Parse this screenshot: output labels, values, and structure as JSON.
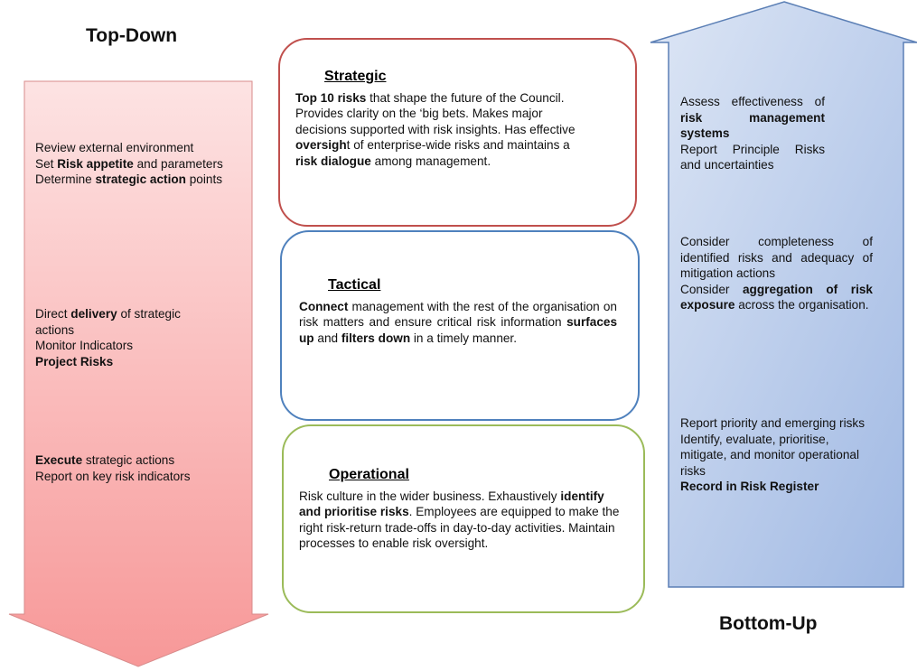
{
  "headings": {
    "top_down": "Top-Down",
    "bottom_up": "Bottom-Up"
  },
  "colors": {
    "strategic": "#c0504d",
    "tactical": "#4f81bd",
    "operational": "#9bbb59",
    "down_arrow": "#f9a6a6",
    "up_arrow": "#a9c0e6"
  },
  "top_down": {
    "groups": [
      [
        [
          {
            "t": "Review external environment"
          }
        ],
        [
          {
            "t": "Set "
          },
          {
            "t": "Risk appetite",
            "b": true
          },
          {
            "t": " and parameters"
          }
        ],
        [
          {
            "t": "Determine "
          },
          {
            "t": "strategic action",
            "b": true
          },
          {
            "t": " points"
          }
        ]
      ],
      [
        [
          {
            "t": "Direct "
          },
          {
            "t": "delivery",
            "b": true
          },
          {
            "t": " of strategic actions"
          }
        ],
        [
          {
            "t": "Monitor Indicators"
          }
        ],
        [
          {
            "t": "Project Risks",
            "b": true
          }
        ]
      ],
      [
        [
          {
            "t": "Execute",
            "b": true
          },
          {
            "t": " strategic actions"
          }
        ],
        [
          {
            "t": "Report on key risk indicators"
          }
        ]
      ]
    ]
  },
  "bottom_up": {
    "groups": [
      [
        [
          {
            "t": "Assess effectiveness of "
          },
          {
            "t": "risk management systems",
            "b": true
          }
        ],
        [
          {
            "t": "Report Principle Risks and uncertainties"
          }
        ]
      ],
      [
        [
          {
            "t": "Consider completeness of identified risks and adequacy of mitigation actions"
          }
        ],
        [
          {
            "t": "Consider "
          },
          {
            "t": "aggregation of risk exposure",
            "b": true
          },
          {
            "t": " across the organisation."
          }
        ]
      ],
      [
        [
          {
            "t": "Report priority and emerging risks"
          }
        ],
        [
          {
            "t": "Identify, evaluate, prioritise, mitigate, and monitor operational risks"
          }
        ],
        [
          {
            "t": "Record in Risk Register",
            "b": true
          }
        ]
      ]
    ]
  },
  "levels": {
    "strategic": {
      "title": "Strategic",
      "body": [
        [
          {
            "t": "Top 10 risks",
            "b": true
          },
          {
            "t": " that shape the future of the Council. Provides clarity on the ‘big bets. Makes major decisions supported with risk insights. Has effective "
          },
          {
            "t": "oversigh",
            "b": true
          },
          {
            "t": "t of enterprise-wide risks and maintains a "
          },
          {
            "t": "risk dialogue",
            "b": true
          },
          {
            "t": " among management."
          }
        ]
      ]
    },
    "tactical": {
      "title": "Tactical",
      "body": [
        [
          {
            "t": "Connect",
            "b": true
          },
          {
            "t": " management with the rest of the organisation on risk matters and ensure critical risk information "
          },
          {
            "t": "surfaces up",
            "b": true
          },
          {
            "t": " and "
          },
          {
            "t": "filters down",
            "b": true
          },
          {
            "t": " in a timely manner."
          }
        ]
      ]
    },
    "operational": {
      "title": "Operational",
      "body": [
        [
          {
            "t": "Risk culture in the wider business. Exhaustively "
          },
          {
            "t": "identify and prioritise risks",
            "b": true
          },
          {
            "t": ". Employees are equipped to make the right risk-return trade-offs in day-to-day activities. Maintain processes to enable risk oversight."
          }
        ]
      ]
    }
  }
}
